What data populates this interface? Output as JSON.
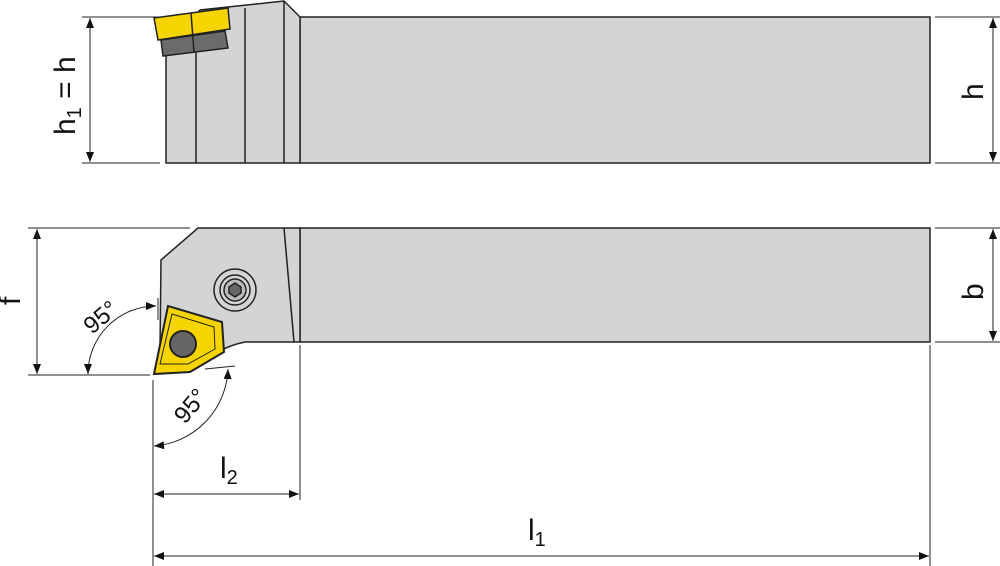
{
  "labels": {
    "h1_main": "h",
    "h1_sub": "1",
    "h1_eq": " = h",
    "h_right": "h",
    "f": "f",
    "b": "b",
    "angle_top": "95°",
    "angle_bottom": "95°",
    "l2_main": "l",
    "l2_sub": "2",
    "l1_main": "l",
    "l1_sub": "1"
  },
  "colors": {
    "body": "#d4d4d4",
    "insert": "#f5d400",
    "insert_shadow": "#6b6b6b",
    "line": "#222222"
  }
}
